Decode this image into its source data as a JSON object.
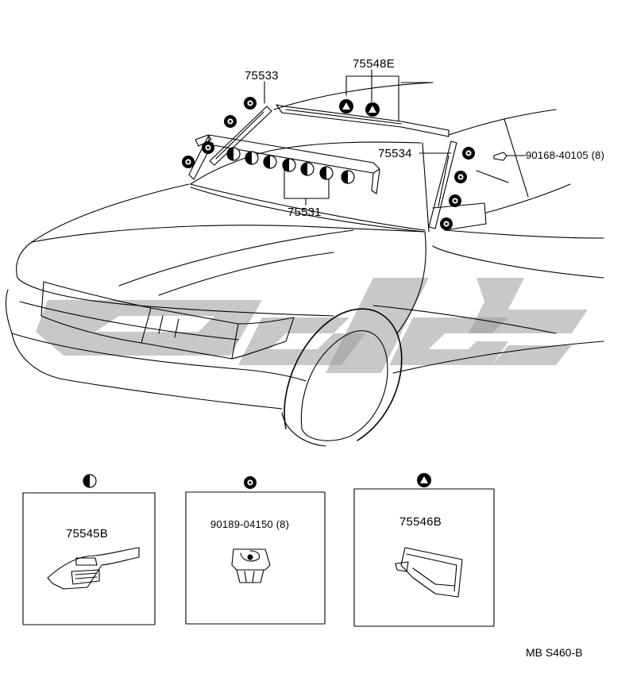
{
  "labels": {
    "p75533": "75533",
    "p75548e": "75548E",
    "p75534": "75534",
    "p90168": "90168-40105 (8)",
    "p75531": "75531",
    "p75545b": "75545B",
    "p90189": "90189-04150 (8)",
    "p75546b": "75546B"
  },
  "reference": "MB  S460-B",
  "icons": {
    "half_circle": "half-filled-circle-icon",
    "ring": "ring-dot-icon",
    "triangle": "triangle-in-circle-icon"
  },
  "watermark_color": "#9a9a9a"
}
